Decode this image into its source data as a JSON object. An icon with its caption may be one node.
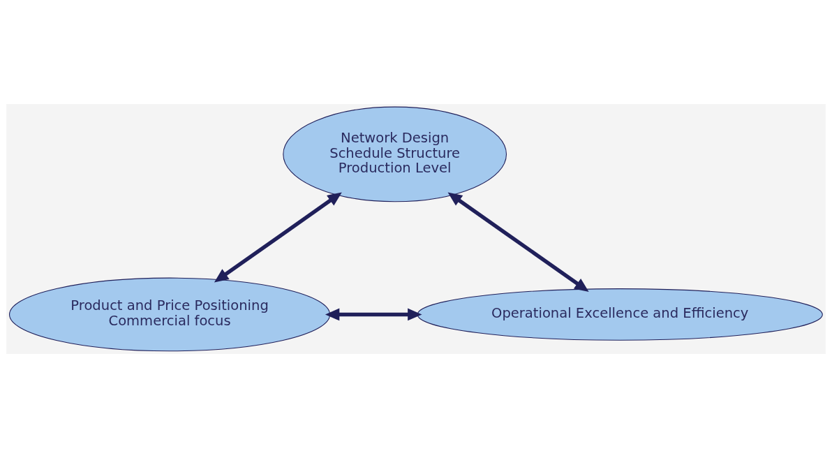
{
  "diagram": {
    "nodes": [
      {
        "text": [
          "Network Design",
          "Schedule Structure",
          "Production Level"
        ]
      },
      {
        "text": [
          "Product and Price Positioning",
          "Commercial focus"
        ]
      },
      {
        "text": [
          "Operational Excellence and Efficiency"
        ]
      }
    ],
    "edges": [
      {
        "from": 0,
        "to": 1,
        "arrow": "both"
      },
      {
        "from": 0,
        "to": 2,
        "arrow": "both"
      },
      {
        "from": 1,
        "to": 2,
        "arrow": "both"
      }
    ]
  }
}
